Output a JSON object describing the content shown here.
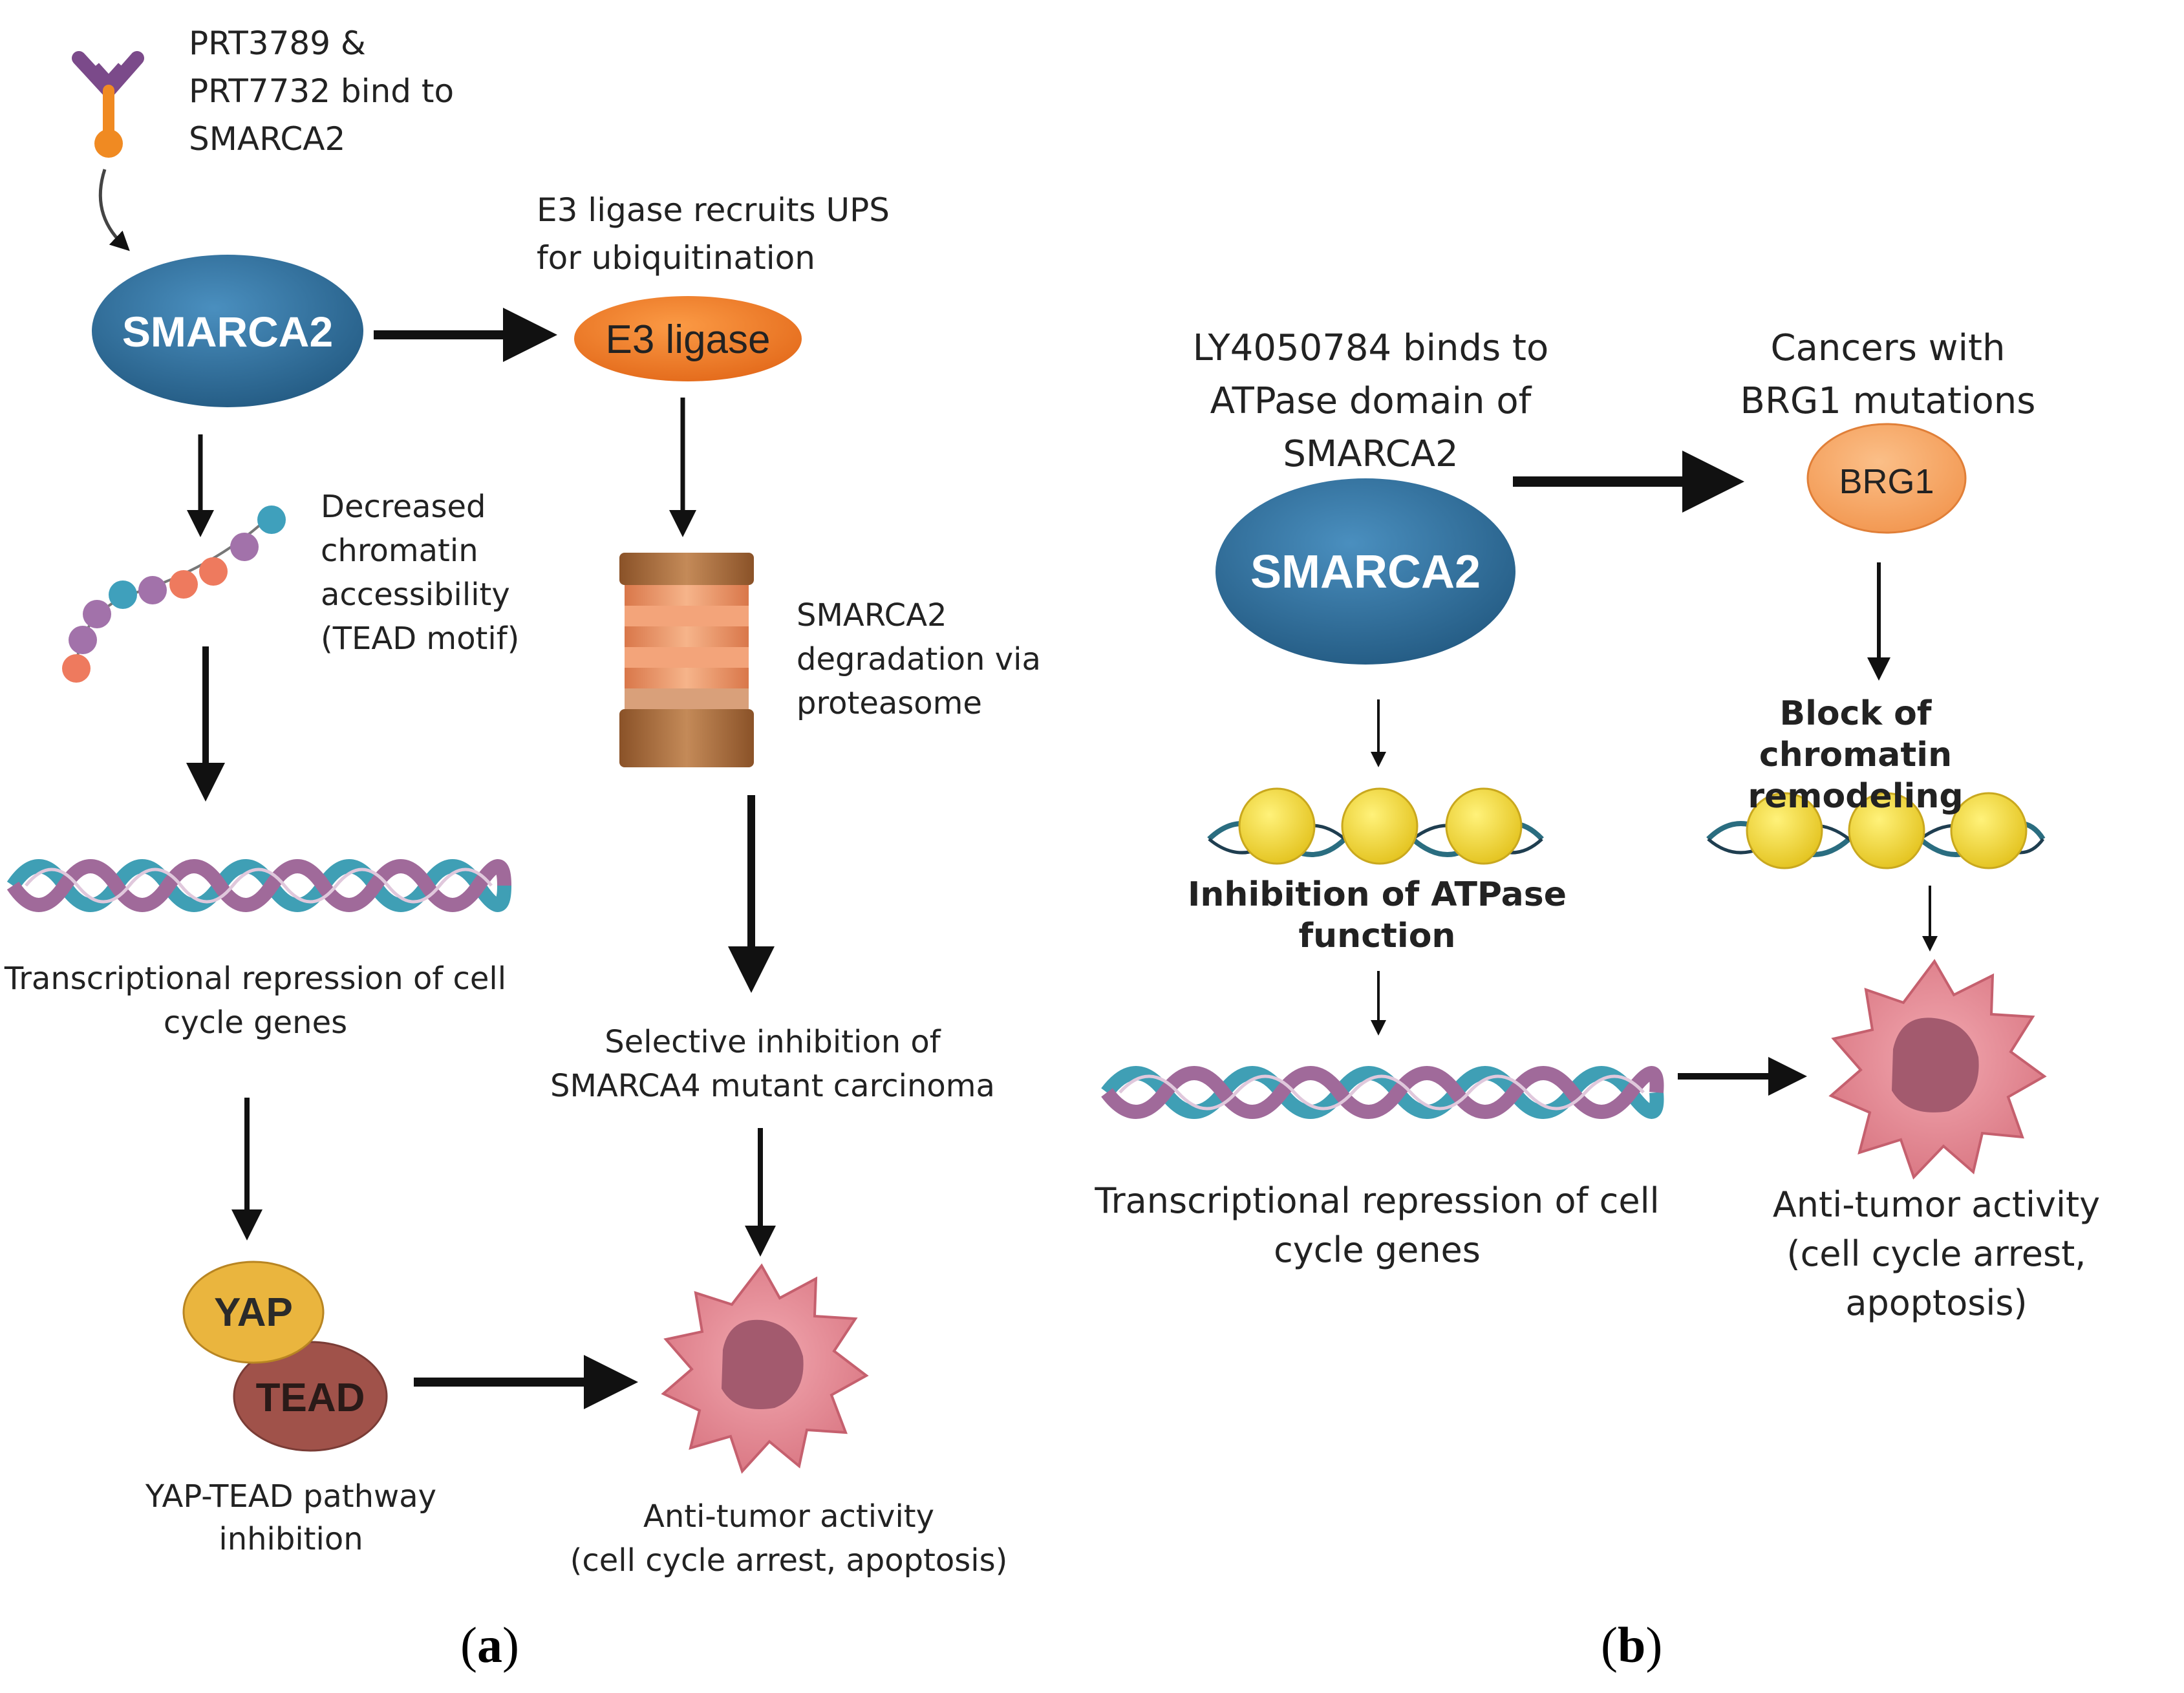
{
  "panel_a": {
    "letter": "a",
    "antibody_label": "PRT3789 & PRT7732 bind to SMARCA2",
    "antibody_lines": [
      "PRT3789 &",
      "PRT7732 bind to",
      "SMARCA2"
    ],
    "smarca2": "SMARCA2",
    "e3_caption_lines": [
      "E3 ligase recruits UPS",
      "for ubiquitination"
    ],
    "e3_ligase": "E3 ligase",
    "chromatin_lines": [
      "Decreased",
      "chromatin",
      "accessibility",
      "(TEAD motif)"
    ],
    "proteasome_lines": [
      "SMARCA2",
      "degradation via",
      "proteasome"
    ],
    "transcription_lines": [
      "Transcriptional repression of cell",
      "cycle genes"
    ],
    "selective_lines": [
      "Selective inhibition of",
      "SMARCA4 mutant carcinoma"
    ],
    "yap": "YAP",
    "tead": "TEAD",
    "yap_tead_lines": [
      "YAP-TEAD pathway",
      "inhibition"
    ],
    "antitumor_lines": [
      "Anti-tumor activity",
      "(cell cycle arrest, apoptosis)"
    ]
  },
  "panel_b": {
    "letter": "b",
    "ly_lines": [
      "LY4050784 binds to",
      "ATPase domain of",
      "SMARCA2"
    ],
    "smarca2": "SMARCA2",
    "brg1_caption_lines": [
      "Cancers with",
      "BRG1 mutations"
    ],
    "brg1": "BRG1",
    "block_lines": [
      "Block of chromatin",
      "remodeling"
    ],
    "atpase_lines": [
      "Inhibition of ATPase",
      "function"
    ],
    "transcription_lines": [
      "Transcriptional repression of cell",
      "cycle genes"
    ],
    "antitumor_lines": [
      "Anti-tumor activity",
      "(cell cycle arrest, apoptosis)"
    ]
  },
  "colors": {
    "smarca2_blue": "#2f6f9c",
    "e3_orange": "#f07d22",
    "brg1_orange": "#f7a86a",
    "yap_yellow": "#eab53e",
    "tead_brown": "#a0524a",
    "tumor_pink": "#e08892",
    "nucleus": "#a35a6e",
    "dna_teal": "#3f9fb5",
    "dna_purple": "#a06a9a",
    "nucleosome_yellow": "#f0d43a",
    "proteasome_brown": "#a9683a"
  }
}
